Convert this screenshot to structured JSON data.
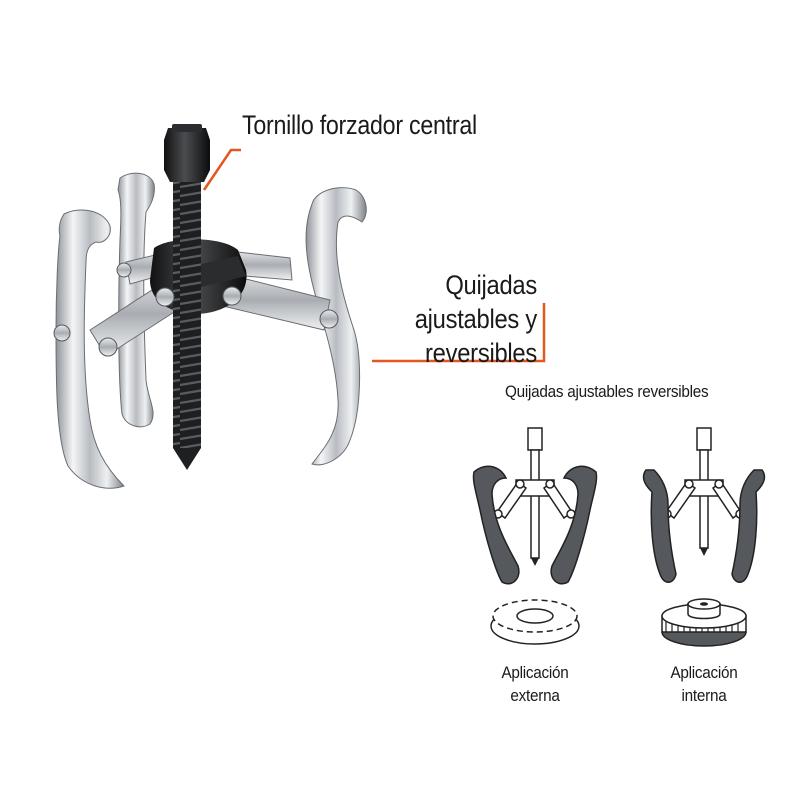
{
  "labels": {
    "tornillo": "Tornillo forzador central",
    "quijadas": [
      "Quijadas",
      "ajustables y",
      "reversibles"
    ],
    "diagrams_title": "Quijadas ajustables reversibles",
    "externa": [
      "Aplicación",
      "externa"
    ],
    "interna": [
      "Aplicación",
      "interna"
    ]
  },
  "colors": {
    "accent": "#e2581e",
    "text": "#1a1a1a",
    "diagram_jaw": "#55585c",
    "steel": "#c9ccd0"
  }
}
